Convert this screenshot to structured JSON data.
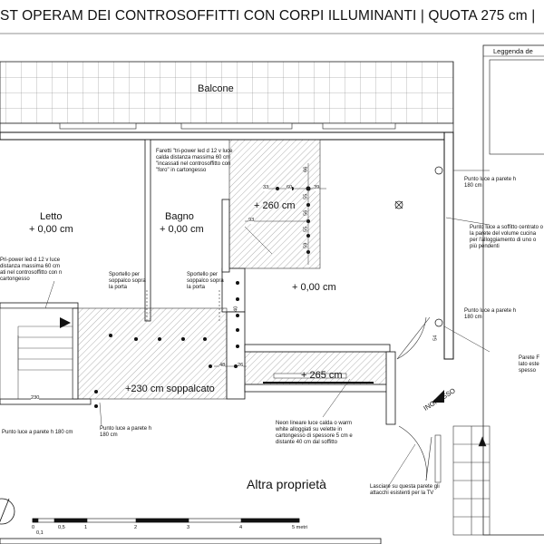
{
  "drawing": {
    "title": "ST OPERAM DEI CONTROSOFFITTI  CON CORPI ILLUMINANTI | QUOTA 275 cm |",
    "legend_label": "Leggenda de"
  },
  "rooms": {
    "balcone": "Balcone",
    "letto": "Letto",
    "letto_level": "+ 0,00 cm",
    "bagno": "Bagno",
    "bagno_level": "+ 0,00 cm",
    "living_level": "+ 0,00 cm",
    "corridor_level": "+ 260 cm",
    "soppalco": "+230 cm soppalcato",
    "entry_level": "+ 265 cm",
    "ingresso": "INGRESSO",
    "altra": "Altra proprietà"
  },
  "dimensions": {
    "d33": "33",
    "d60": "60",
    "d39": "39",
    "d93": "93",
    "d48": "48",
    "d26": "26",
    "d230": "230",
    "d40": "40",
    "d54": "54",
    "v1": "66",
    "v2": "55",
    "v3": "56",
    "v4": "55",
    "v5": "59"
  },
  "notes": {
    "faretti": "Faretti \"tri-power led d 12 v luce calda distanza massima 60 cm \"incassati nel controsoffitto con \"foro\" in cartongesso",
    "letto_spots": "Pri-power led d 12 v luce distanza massima 60 cm ati nel controsoffitto con n cartongesso",
    "sportello1": "Sportello per soppalco sopra la porta",
    "sportello2": "Sportello per soppalco sopra la porta",
    "punto_top": "Punto luce a parete h 180 cm",
    "punto_centrato": "Punto luce a soffitto centrato o la parete del volume cucina per l'alloggiamento di uno o più pendenti",
    "punto_mid": "Punto luce a parete h 180 cm",
    "parete_right": "Parete F lato este spesso",
    "punto_bl1": "Punto luce a parete h 180 cm",
    "punto_bl2": "Punto luce a parete h 180 cm",
    "neon": "Neon lineare luce calda o warm white alloggiati su velette in cartongesso di spessore 5 cm e distante 40 cm dal soffitto",
    "lasciare": "Lasciare su questa parete gli attacchi esistenti per la TV"
  },
  "scale": {
    "l0": "0",
    "l01": "0,1",
    "l05": "0,5",
    "l1": "1",
    "l2": "2",
    "l3": "3",
    "l4": "4",
    "l5": "5 metri"
  },
  "colors": {
    "line": "#1a1a1a",
    "grid": "#666666",
    "hatch": "#555555"
  }
}
